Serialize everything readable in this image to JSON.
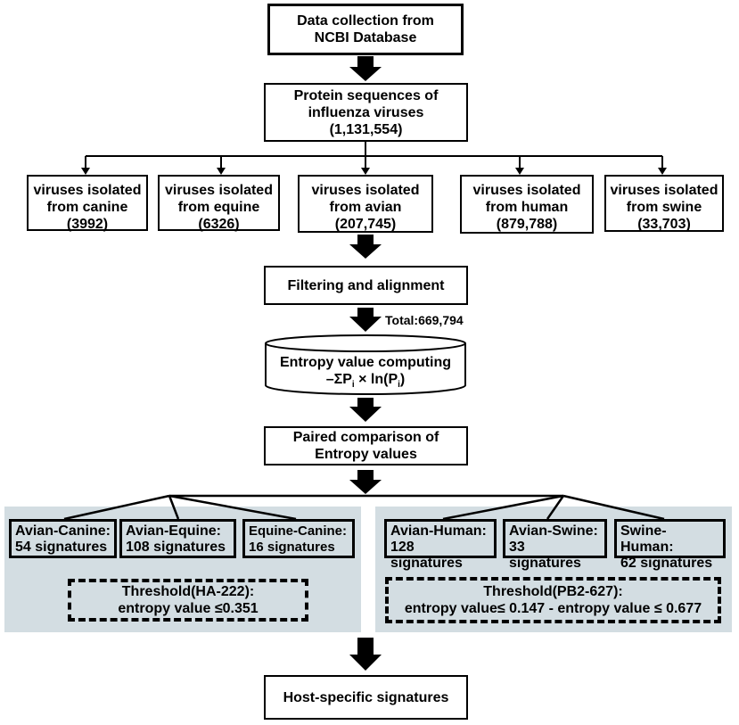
{
  "collection": {
    "line1": "Data collection from",
    "line2": "NCBI Database"
  },
  "protein": {
    "line1": "Protein sequences of",
    "line2": "influenza viruses",
    "count": "(1,131,554)"
  },
  "hosts": [
    {
      "line1": "viruses isolated",
      "line2": "from canine",
      "count": "(3992)"
    },
    {
      "line1": "viruses isolated",
      "line2": "from equine",
      "count": "(6326)"
    },
    {
      "line1": "viruses isolated",
      "line2": "from avian",
      "count": "(207,745)"
    },
    {
      "line1": "viruses isolated",
      "line2": "from human",
      "count": "(879,788)"
    },
    {
      "line1": "viruses isolated",
      "line2": "from swine",
      "count": "(33,703)"
    }
  ],
  "filtering": {
    "label": "Filtering and alignment"
  },
  "total": {
    "label": "Total:669,794"
  },
  "entropy": {
    "line1": "Entropy value computing",
    "formula_a": "–ΣP",
    "sub_i1": "i",
    "formula_b": " × ln(P",
    "sub_i2": "i",
    "formula_c": ")"
  },
  "paired": {
    "line1": "Paired comparison of",
    "line2": "Entropy values"
  },
  "left_panel": {
    "signatures": [
      {
        "line1": "Avian-Canine:",
        "line2": "54 signatures"
      },
      {
        "line1": "Avian-Equine:",
        "line2": "108 signatures"
      },
      {
        "line1": "Equine-Canine:",
        "line2": "16 signatures"
      }
    ],
    "threshold": {
      "line1": "Threshold(HA-222):",
      "line2": "entropy value ≤0.351"
    }
  },
  "right_panel": {
    "signatures": [
      {
        "line1": "Avian-Human:",
        "line2": "128 signatures"
      },
      {
        "line1": "Avian-Swine:",
        "line2": "33 signatures"
      },
      {
        "line1": "Swine-Human:",
        "line2": "62 signatures"
      }
    ],
    "threshold": {
      "line1": "Threshold(PB2-627):",
      "line2": "entropy value≤ 0.147 -  entropy value ≤ 0.677"
    }
  },
  "result": {
    "label": "Host-specific signatures"
  },
  "colors": {
    "panel": "#d3dde2",
    "line": "#000000"
  }
}
